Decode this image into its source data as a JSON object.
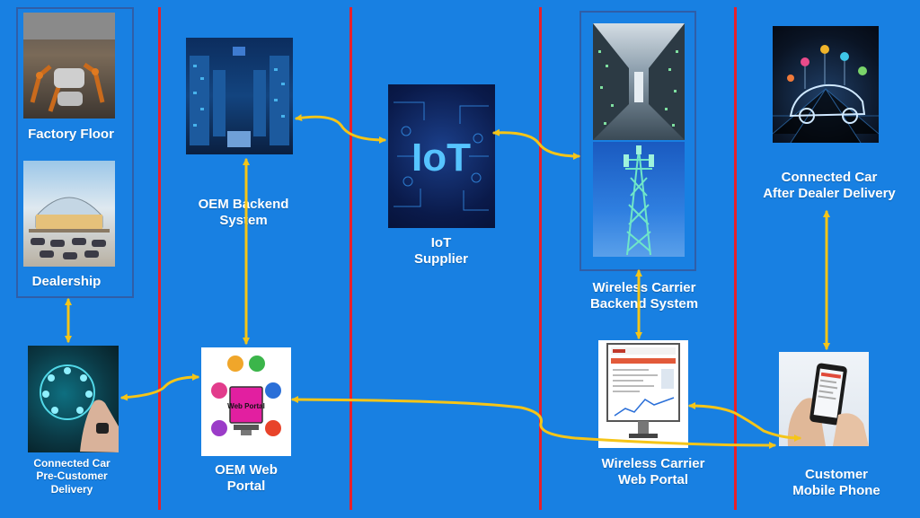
{
  "labels": {
    "factory_floor": "Factory Floor",
    "dealership": "Dealership",
    "oem_backend": "OEM Backend\nSystem",
    "iot_supplier": "IoT\nSupplier",
    "wireless_backend": "Wireless Carrier\nBackend System",
    "connected_car_after": "Connected Car\nAfter Dealer Delivery",
    "connected_car_pre": "Connected Car\nPre-Customer\nDelivery",
    "oem_web_portal": "OEM Web\nPortal",
    "wireless_web_portal": "Wireless Carrier\nWeb Portal",
    "customer_mobile": "Customer\nMobile Phone",
    "web_portal_badge": "Web Portal",
    "iot_logo": "IoT"
  },
  "colors": {
    "background": "#1880e2",
    "divider": "#e8202a",
    "arrow": "#f5c518",
    "group_border": "#2f5ea8"
  },
  "icons": [
    "factory-image",
    "dealership-image",
    "server-room-image",
    "iot-chip-image",
    "data-center-image",
    "cell-tower-image",
    "connected-car-image",
    "dashboard-touch-image",
    "web-portal-image",
    "carrier-portal-image",
    "mobile-phone-image"
  ]
}
